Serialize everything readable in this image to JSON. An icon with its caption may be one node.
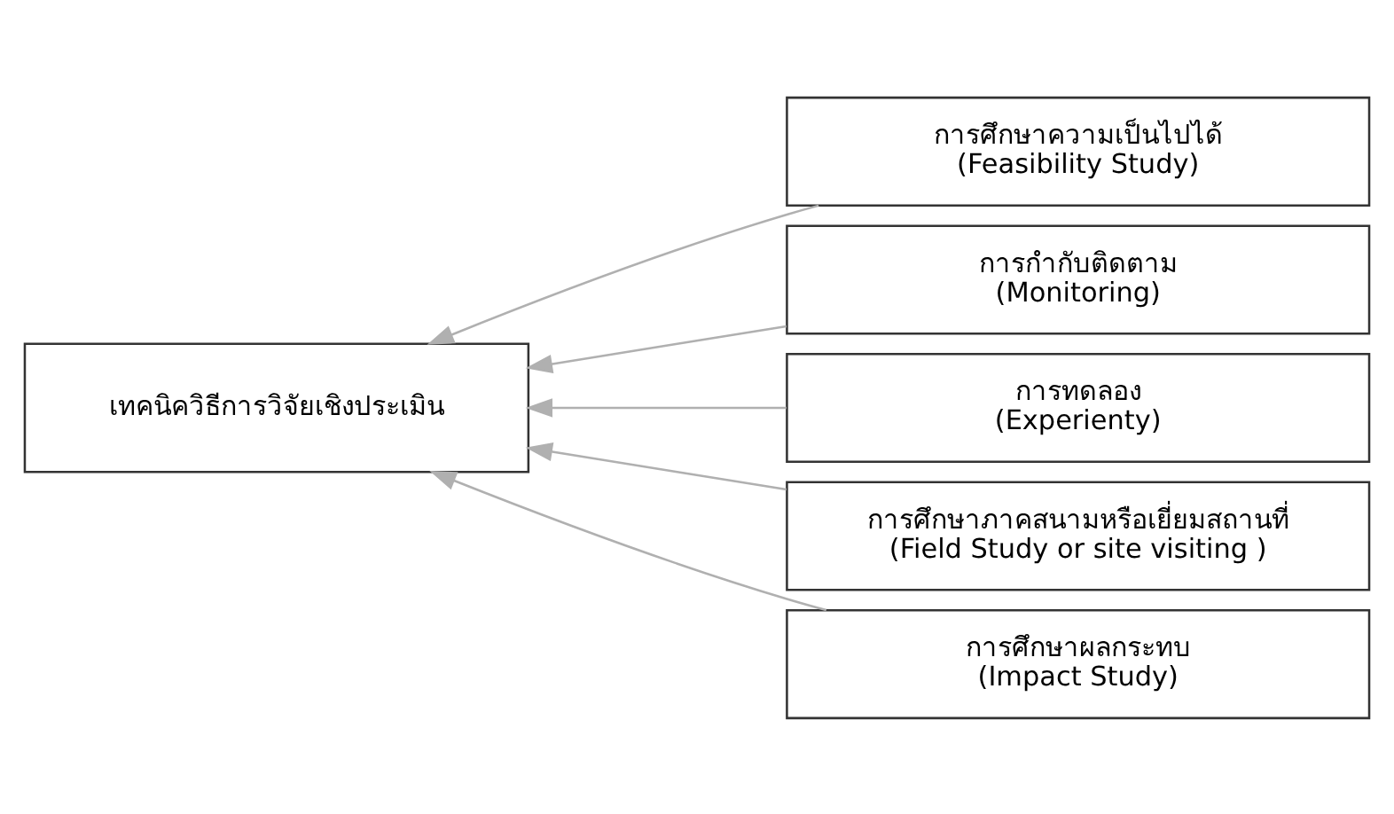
{
  "diagram": {
    "nodes": [
      {
        "text": [
          "เทคนิควิธีการวิจัยเชิงประเมิน"
        ]
      },
      {
        "text": [
          "การศึกษาความเป็นไปได้",
          "(Feasibility Study)"
        ]
      },
      {
        "text": [
          "การกำกับติดตาม",
          "(Monitoring)"
        ]
      },
      {
        "text": [
          "การทดลอง",
          "(Experienty)"
        ]
      },
      {
        "text": [
          "การศึกษาภาคสนามหรือเยี่ยมสถานที่",
          "(Field Study or site visiting )"
        ]
      },
      {
        "text": [
          "การศึกษาผลกระทบ",
          "(Impact Study)"
        ]
      }
    ],
    "edges": [
      {
        "from": 1,
        "to": 0,
        "arrow": "to"
      },
      {
        "from": 2,
        "to": 0,
        "arrow": "to"
      },
      {
        "from": 3,
        "to": 0,
        "arrow": "to"
      },
      {
        "from": 4,
        "to": 0,
        "arrow": "to"
      },
      {
        "from": 5,
        "to": 0,
        "arrow": "to"
      }
    ]
  }
}
